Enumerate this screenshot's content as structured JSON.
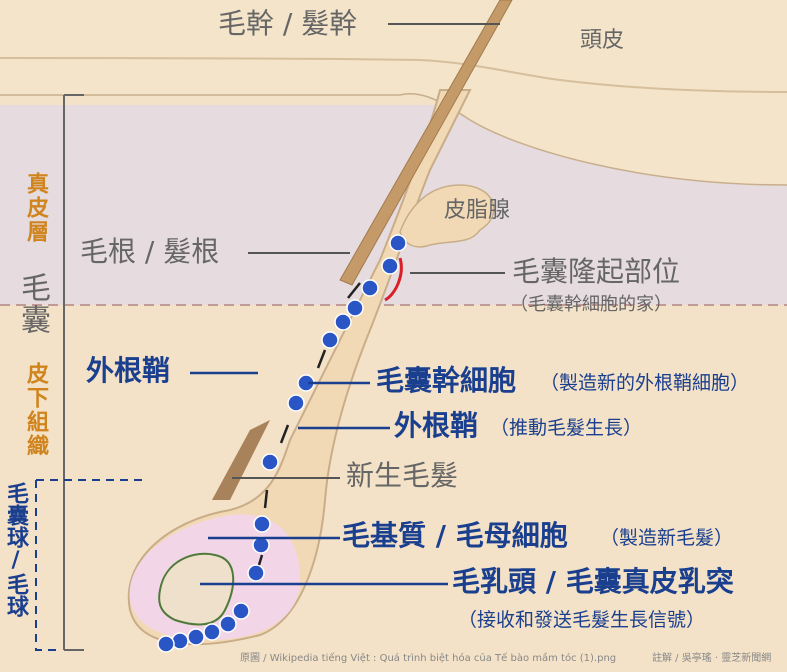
{
  "labels": {
    "hair_shaft": "毛幹 / 髮幹",
    "scalp": "頭皮",
    "dermis": "真皮層",
    "follicle": "毛囊",
    "subcutaneous": "皮下組織",
    "hair_bulb": "毛囊球/毛球",
    "sebaceous_gland": "皮脂腺",
    "hair_root": "毛根 / 髮根",
    "bulge": "毛囊隆起部位",
    "bulge_note": "（毛囊幹細胞的家）",
    "outer_sheath_left": "外根鞘",
    "stem_cells": "毛囊幹細胞",
    "stem_cells_note": "（製造新的外根鞘細胞）",
    "outer_sheath_right": "外根鞘",
    "outer_sheath_note": "（推動毛髮生長）",
    "new_hair": "新生毛髮",
    "matrix": "毛基質 / 毛母細胞",
    "matrix_note": "（製造新毛髮）",
    "papilla": "毛乳頭 / 毛囊真皮乳突",
    "papilla_note": "（接收和發送毛髮生長信號）"
  },
  "credits": {
    "source": "原圖 / Wikipedia tiếng Việt : Quá trình biệt hóa của Tế bào mầm tóc (1).png",
    "annotation": "註解 / 吳亭瑤 · 靈芝新聞網"
  },
  "colors": {
    "skin_top": "#f4e4ca",
    "dermis": "#e6dcdf",
    "subcutaneous": "#f3e2c7",
    "follicle": "#f2d9b6",
    "bulb_pink": "#f2d6e8",
    "stem_cell": "#2a55c4",
    "bulge_red": "#d9202a",
    "label_blue": "#1a3f8f",
    "label_orange": "#d0841e",
    "label_gray": "#666666"
  }
}
